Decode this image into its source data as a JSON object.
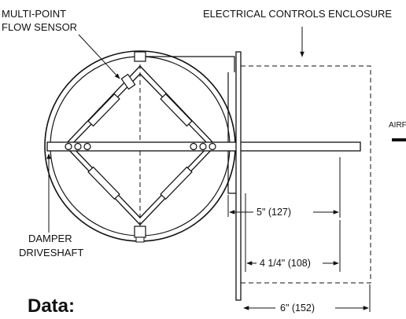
{
  "labels": {
    "sensor_line1": "MULTI-POINT",
    "sensor_line2": "FLOW SENSOR",
    "enclosure": "ELECTRICAL CONTROLS ENCLOSURE",
    "airflow": "AIRF",
    "damper_line1": "DAMPER",
    "damper_line2": "DRIVESHAFT"
  },
  "dimensions": {
    "d1": "5\" (127)",
    "d2": "4 1/4\" (108)",
    "d3": "6\" (152)"
  },
  "footer": {
    "heading": "Data:"
  }
}
